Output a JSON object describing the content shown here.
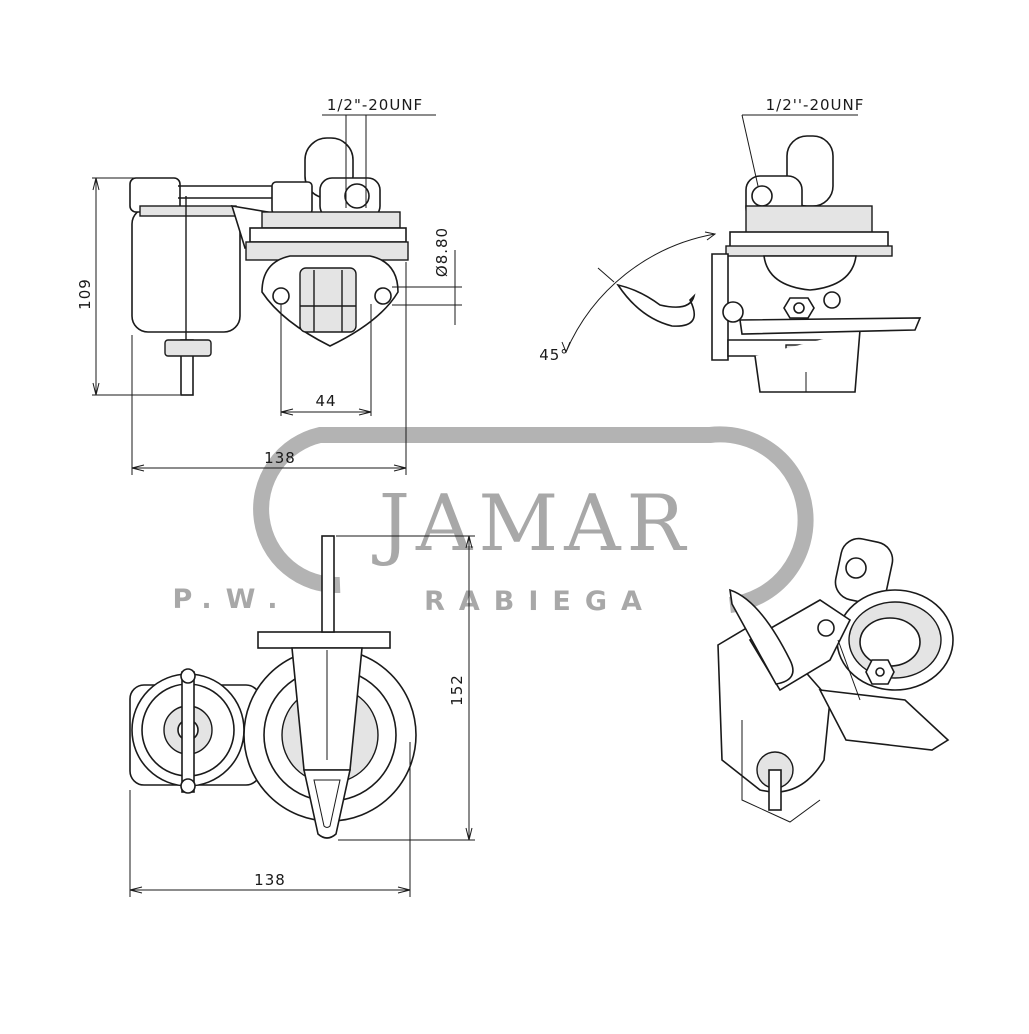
{
  "watermark": {
    "brand": "JAMAR",
    "prefix": "P.W.",
    "name": "RABIEGA"
  },
  "dimensions": {
    "thread_front": "1/2\"-20UNF",
    "thread_side": "1/2''-20UNF",
    "hole_diameter": "Ø8.80",
    "height_front": "109",
    "mount_width": "44",
    "width_front": "138",
    "angle_side": "45°",
    "height_bottom": "152",
    "width_bottom": "138"
  },
  "colors": {
    "line": "#1a1a1a",
    "watermark": "#a8a8a8"
  }
}
